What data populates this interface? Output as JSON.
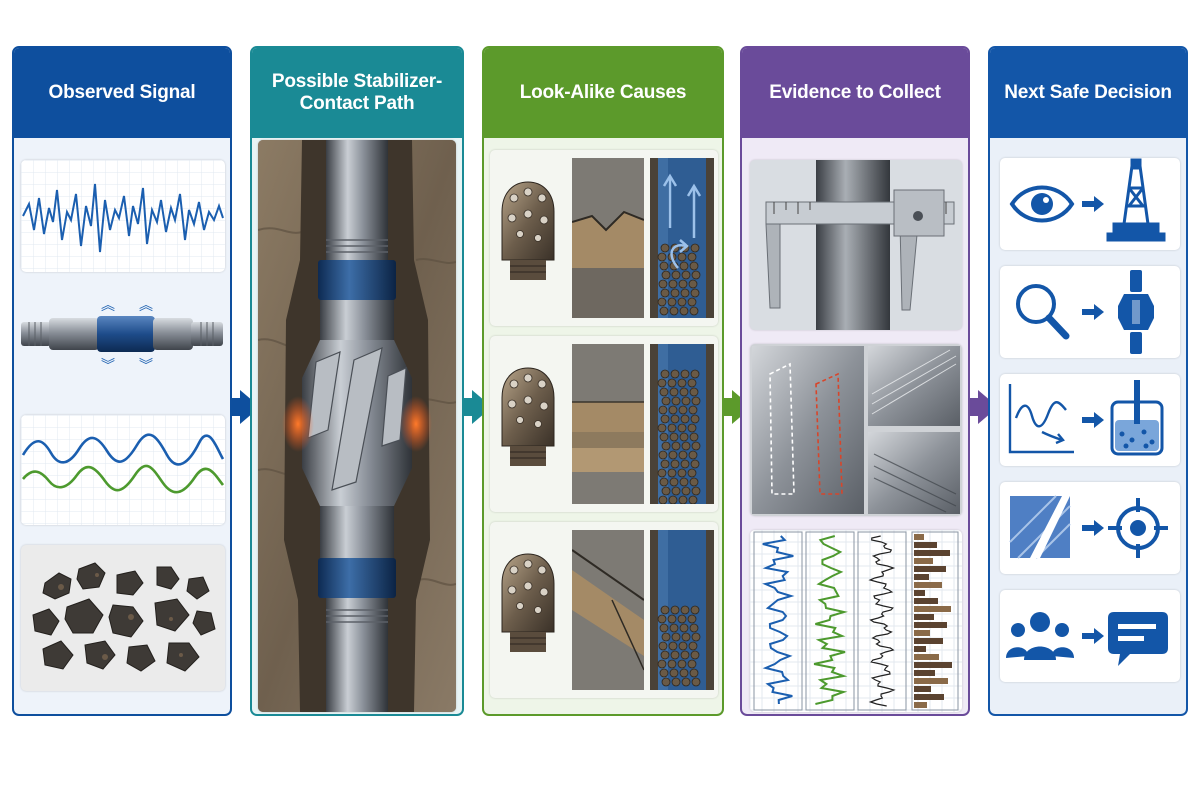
{
  "columns": [
    {
      "title": "Observed Signal",
      "color": "#0e4f9e"
    },
    {
      "title": "Possible Stabilizer-Contact Path",
      "color": "#1a8a95"
    },
    {
      "title": "Look-Alike Causes",
      "color": "#5c9a2b"
    },
    {
      "title": "Evidence to Collect",
      "color": "#6a4b9a"
    },
    {
      "title": "Next Safe Decision",
      "color": "#1356a8"
    }
  ],
  "icons": {
    "observed": [
      "vibration-waveform-icon",
      "stabilizer-sub-icon",
      "dual-trend-icon",
      "cuttings-icon"
    ],
    "decisions": [
      [
        "eye-icon",
        "drilling-rig-icon"
      ],
      [
        "magnifier-icon",
        "stabilizer-tool-icon"
      ],
      [
        "trend-chart-icon",
        "mud-tank-icon"
      ],
      [
        "hatched-pattern-icon",
        "target-crosshair-icon"
      ],
      [
        "team-icon",
        "chat-bubble-icon"
      ]
    ]
  },
  "colors": {
    "signal_blue": "#1b5fb0",
    "signal_green": "#4d9a2e",
    "contact_glow": "#ff5a1f",
    "steel": "#8a9099",
    "rock": "#7b6a55"
  }
}
